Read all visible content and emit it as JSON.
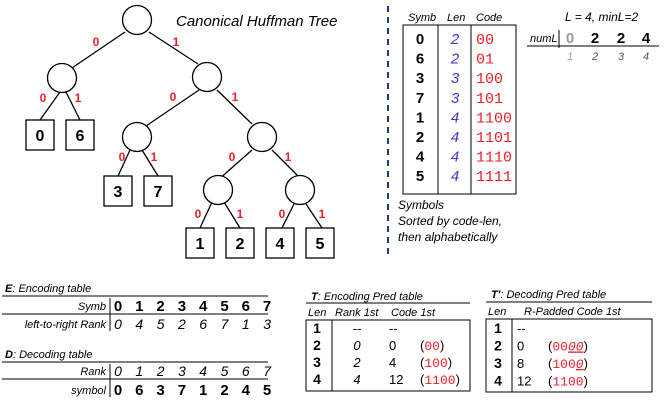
{
  "tree": {
    "title": "Canonical Huffman Tree",
    "leaves": [
      "0",
      "6",
      "3",
      "7",
      "1",
      "2",
      "4",
      "5"
    ],
    "edge_labels": {
      "left": "0",
      "right": "1"
    }
  },
  "code_table": {
    "headers": [
      "Symb",
      "Len",
      "Code"
    ],
    "rows": [
      {
        "symb": "0",
        "len": "2",
        "code": "00"
      },
      {
        "symb": "6",
        "len": "2",
        "code": "01"
      },
      {
        "symb": "3",
        "len": "3",
        "code": "100"
      },
      {
        "symb": "7",
        "len": "3",
        "code": "101"
      },
      {
        "symb": "1",
        "len": "4",
        "code": "1100"
      },
      {
        "symb": "2",
        "len": "4",
        "code": "1101"
      },
      {
        "symb": "4",
        "len": "4",
        "code": "1110"
      },
      {
        "symb": "5",
        "len": "4",
        "code": "1111"
      }
    ],
    "note": [
      "Symbols",
      "Sorted by code-len,",
      "then alphabetically"
    ]
  },
  "numl": {
    "header": "L = 4,  minL=2",
    "label": "numL",
    "values": [
      "0",
      "2",
      "2",
      "4"
    ],
    "indices": [
      "1",
      "2",
      "3",
      "4"
    ]
  },
  "encoding": {
    "title_letter": "E",
    "title_rest": ": Encoding table",
    "row1_label": "Symb",
    "row1": [
      "0",
      "1",
      "2",
      "3",
      "4",
      "5",
      "6",
      "7"
    ],
    "row2_label": "left-to-right Rank",
    "row2": [
      "0",
      "4",
      "5",
      "2",
      "6",
      "7",
      "1",
      "3"
    ]
  },
  "decoding": {
    "title_letter": "D",
    "title_rest": ": Decoding table",
    "row1_label": "Rank",
    "row1": [
      "0",
      "1",
      "2",
      "3",
      "4",
      "5",
      "6",
      "7"
    ],
    "row2_label": "symbol",
    "row2": [
      "0",
      "6",
      "3",
      "7",
      "1",
      "2",
      "4",
      "5"
    ]
  },
  "enc_pred": {
    "title_letter": "T",
    "title_rest": ": Encoding Pred table",
    "headers": [
      "Len",
      "Rank 1st",
      "Code 1st"
    ],
    "rows": [
      {
        "len": "1",
        "rank": "--",
        "code": "--",
        "bin": ""
      },
      {
        "len": "2",
        "rank": "0",
        "code": "0",
        "bin": "00"
      },
      {
        "len": "3",
        "rank": "2",
        "code": "4",
        "bin": "100"
      },
      {
        "len": "4",
        "rank": "4",
        "code": "12",
        "bin": "1100"
      }
    ]
  },
  "dec_pred": {
    "title_letter": "T'",
    "title_rest": ": Decoding Pred table",
    "headers": [
      "Len",
      "R-Padded Code 1st"
    ],
    "rows": [
      {
        "len": "1",
        "code": "--",
        "bin_a": "",
        "bin_b": ""
      },
      {
        "len": "2",
        "code": "0",
        "bin_a": "00",
        "bin_b": "00"
      },
      {
        "len": "3",
        "code": "8",
        "bin_a": "100",
        "bin_b": "0"
      },
      {
        "len": "4",
        "code": "12",
        "bin_a": "1100",
        "bin_b": ""
      }
    ]
  },
  "colors": {
    "red": "#e8202a",
    "blue": "#3a3ad0",
    "gray": "#9a9a9a",
    "divider": "#1f3a7a"
  }
}
